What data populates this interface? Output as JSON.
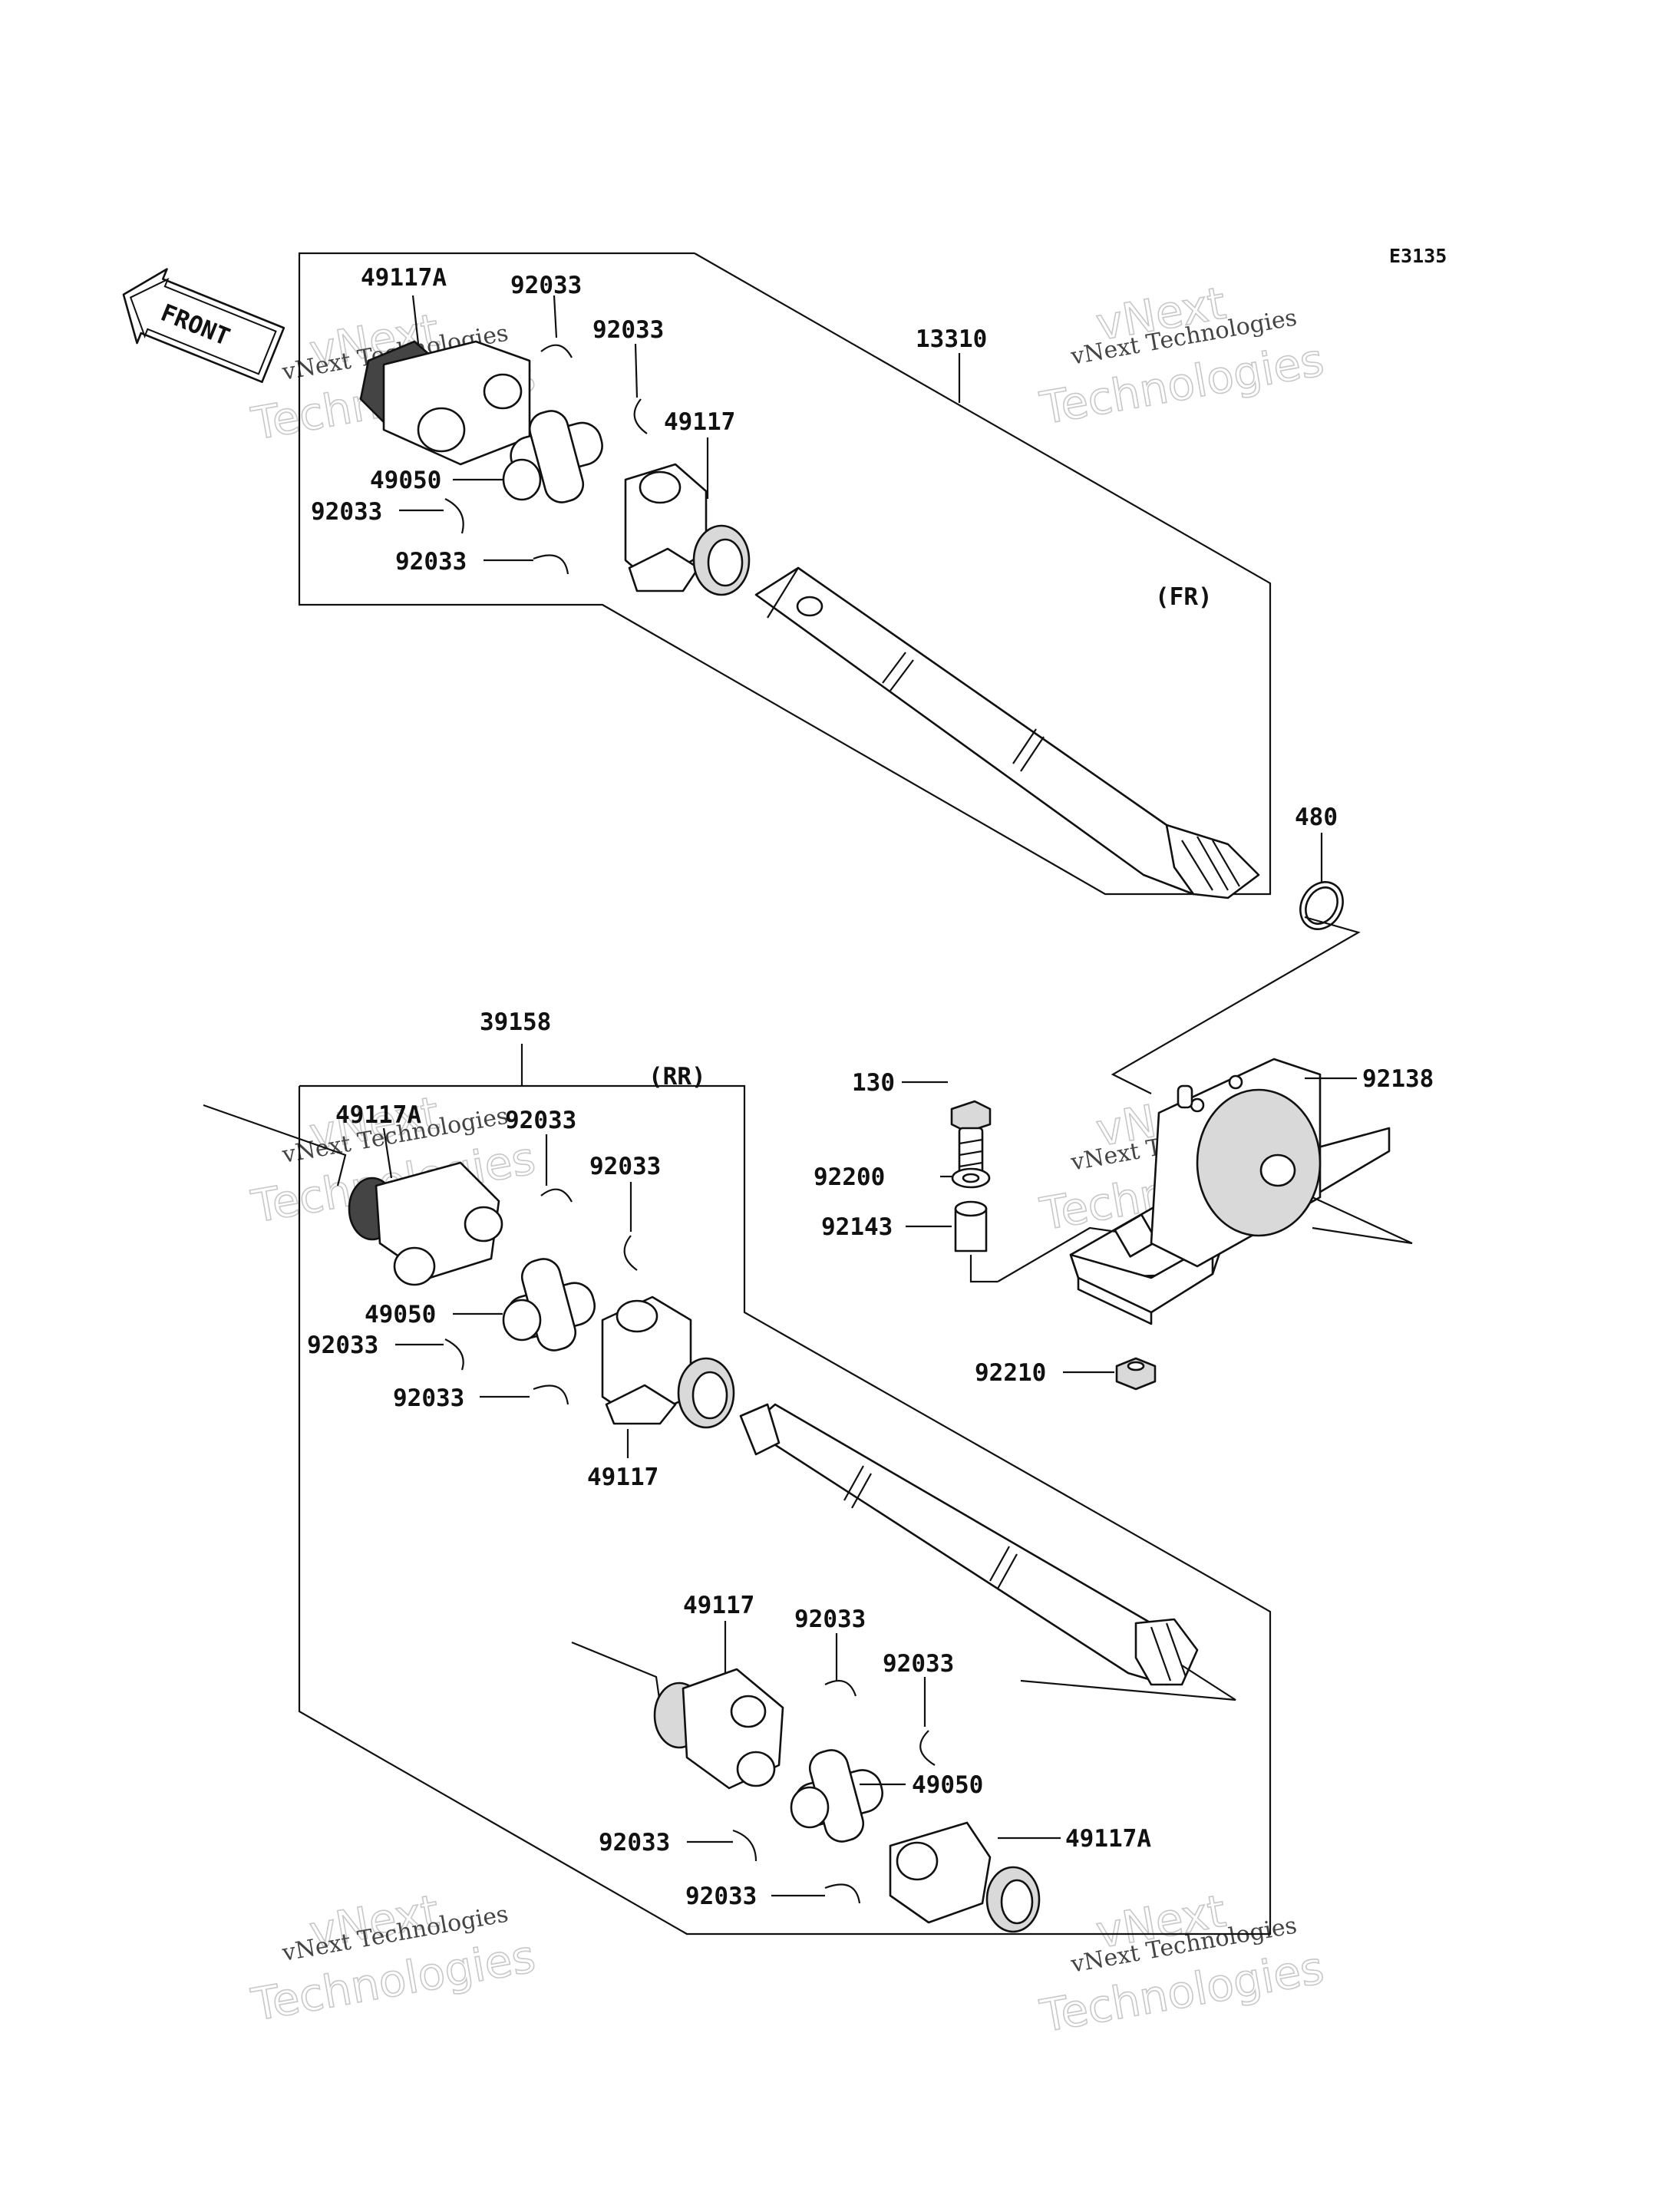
{
  "diagram_id": "E3135",
  "front_label": "FRONT",
  "watermark": {
    "line1": "vNext Technologies",
    "line2": "Technologies",
    "line3": "vNext"
  },
  "sections": {
    "front": "(FR)",
    "rear": "(RR)"
  },
  "labels": {
    "fr_yoke_a": "49117A",
    "fr_clip_1": "92033",
    "fr_clip_2": "92033",
    "fr_shaft": "13310",
    "fr_yoke": "49117",
    "fr_joint": "49050",
    "fr_clip_3": "92033",
    "fr_clip_4": "92033",
    "fr_ring": "480",
    "rr_shaft": "39158",
    "rr_yoke_a": "49117A",
    "rr_clip_1": "92033",
    "rr_clip_2": "92033",
    "rr_joint": "49050",
    "rr_clip_3": "92033",
    "rr_clip_4": "92033",
    "rr_yoke": "49117",
    "bolt": "130",
    "washer": "92200",
    "collar": "92143",
    "bearing": "92138",
    "nut": "92210",
    "rr2_yoke": "49117",
    "rr2_clip_1": "92033",
    "rr2_clip_2": "92033",
    "rr2_joint": "49050",
    "rr2_clip_3": "92033",
    "rr2_yoke_a": "49117A",
    "rr2_clip_4": "92033"
  }
}
